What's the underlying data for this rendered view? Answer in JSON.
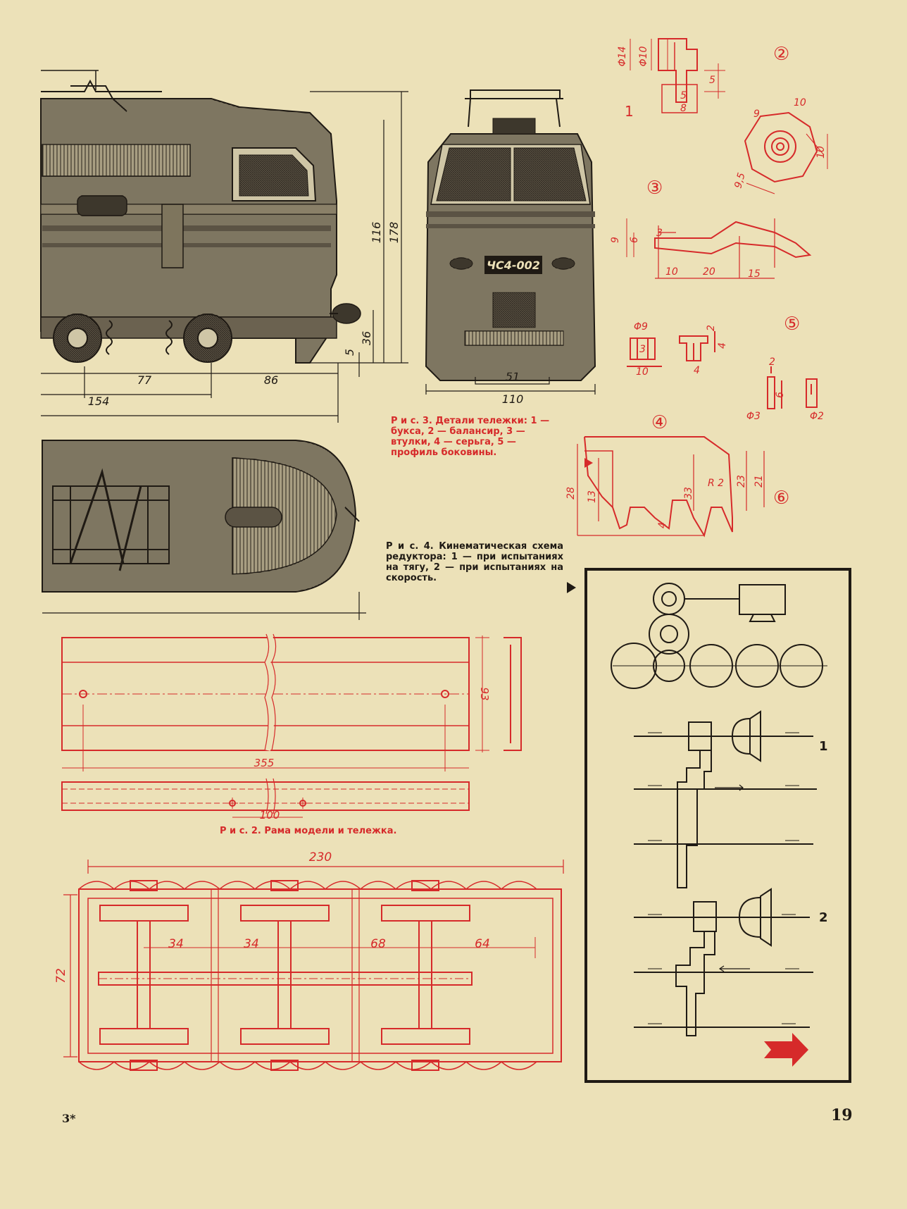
{
  "page": {
    "number": "19",
    "signature": "3*",
    "bg_color": "#ece1b8",
    "red_color": "#d62a2a",
    "ink_color": "#1f1a14"
  },
  "loco_side": {
    "dims": {
      "h116": "116",
      "h178": "178",
      "h36": "36",
      "h5": "5",
      "w77": "77",
      "w86": "86",
      "w154": "154"
    }
  },
  "loco_front": {
    "plate": "ЧС4-002",
    "dims": {
      "w51": "51",
      "w110": "110"
    }
  },
  "fig3": {
    "caption": "Р и с. 3. Детали тележки: 1 — букса, 2 — балансир, 3 — втулки, 4 — серьга, 5 — профиль боковины.",
    "labels": {
      "n1": "1",
      "n2": "②",
      "n3": "③",
      "n4": "④",
      "n5": "⑤",
      "n6": "⑥"
    },
    "part1": {
      "d14": "Φ14",
      "d10": "Φ10",
      "h5a": "5",
      "h5b": "5",
      "h8": "8"
    },
    "part2": {
      "d10a": "10",
      "d9": "9",
      "d10b": "10",
      "d95": "9,5"
    },
    "part3": {
      "h9": "9",
      "h6": "6",
      "h3": "3",
      "w10": "10",
      "w20": "20",
      "w15": "15"
    },
    "part5": {
      "d9": "Φ9",
      "h3": "3",
      "w10": "10",
      "h2": "2",
      "h4": "4",
      "w4": "4",
      "t2": "2",
      "h6": "6",
      "d3": "Φ3",
      "d2": "Φ2"
    },
    "part6": {
      "h28": "28",
      "h13": "13",
      "h33": "33",
      "r2": "R 2",
      "h23": "23",
      "h21": "21",
      "w4": "4"
    }
  },
  "fig4": {
    "caption": "Р и с. 4. Кинематическая схема редуктора: 1 — при испытаниях на тягу, 2 — при испытаниях на скорость.",
    "label1": "1",
    "label2": "2"
  },
  "fig2": {
    "caption": "Р и с. 2. Рама модели и тележка.",
    "dims": {
      "w355": "355",
      "h93": "93",
      "w100": "100"
    }
  },
  "bogie": {
    "dims": {
      "w230": "230",
      "h72": "72",
      "w34a": "34",
      "w34b": "34",
      "w68": "68",
      "w64": "64"
    }
  }
}
